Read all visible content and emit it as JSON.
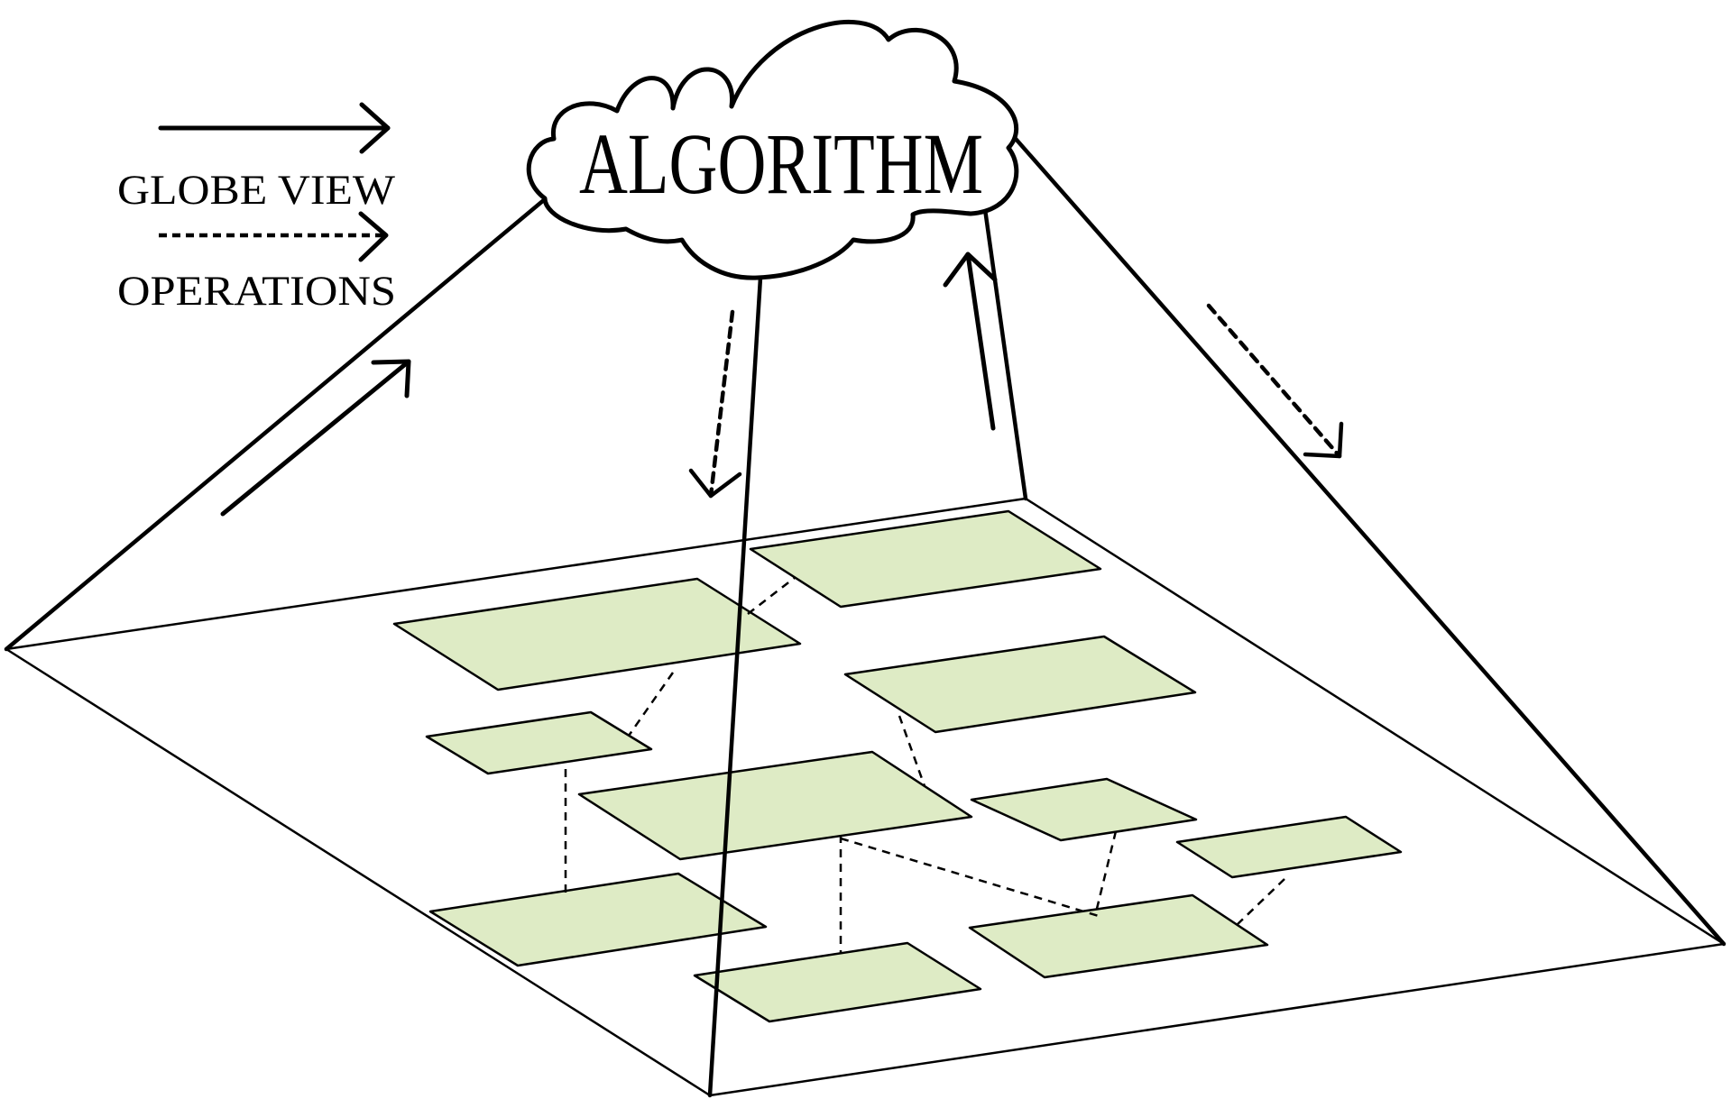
{
  "legend": {
    "globe_view_label": "GLOBE VIEW",
    "operations_label": "OPERATIONS"
  },
  "cloud": {
    "label": "ALGORITHM"
  },
  "colors": {
    "stroke": "#000000",
    "tile_fill": "#deebc5",
    "background": "#ffffff"
  }
}
